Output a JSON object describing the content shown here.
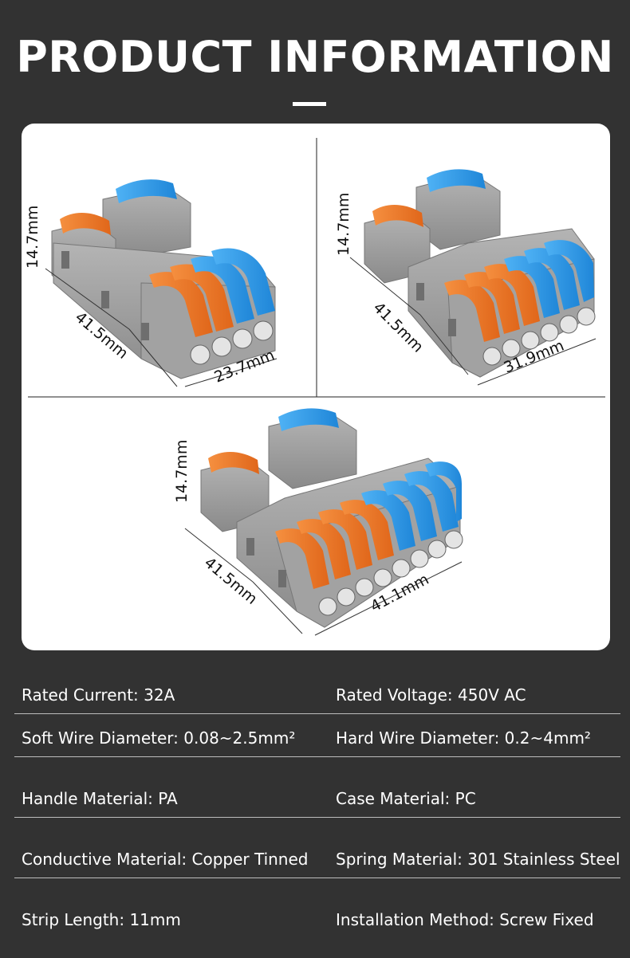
{
  "header": {
    "title": "PRODUCT INFORMATION"
  },
  "products": [
    {
      "height": "14.7mm",
      "depth": "41.5mm",
      "width": "23.7mm"
    },
    {
      "height": "14.7mm",
      "depth": "41.5mm",
      "width": "31.9mm"
    },
    {
      "height": "14.7mm",
      "depth": "41.5mm",
      "width": "41.1mm"
    }
  ],
  "colors": {
    "background": "#323232",
    "orange_lever": "#f07a2a",
    "blue_lever": "#2f9bea",
    "housing": "#9a9a9a"
  },
  "specs": [
    {
      "left": "Rated Current: 32A",
      "right": "Rated Voltage: 450V AC"
    },
    {
      "left": "Soft Wire Diameter: 0.08~2.5mm²",
      "right": "Hard Wire Diameter: 0.2~4mm²"
    },
    {
      "left": "Handle Material: PA",
      "right": "Case Material: PC"
    },
    {
      "left": "Conductive Material: Copper Tinned",
      "right": "Spring Material: 301 Stainless Steel"
    },
    {
      "left": "Strip Length: 11mm",
      "right": "Installation Method: Screw Fixed"
    }
  ]
}
